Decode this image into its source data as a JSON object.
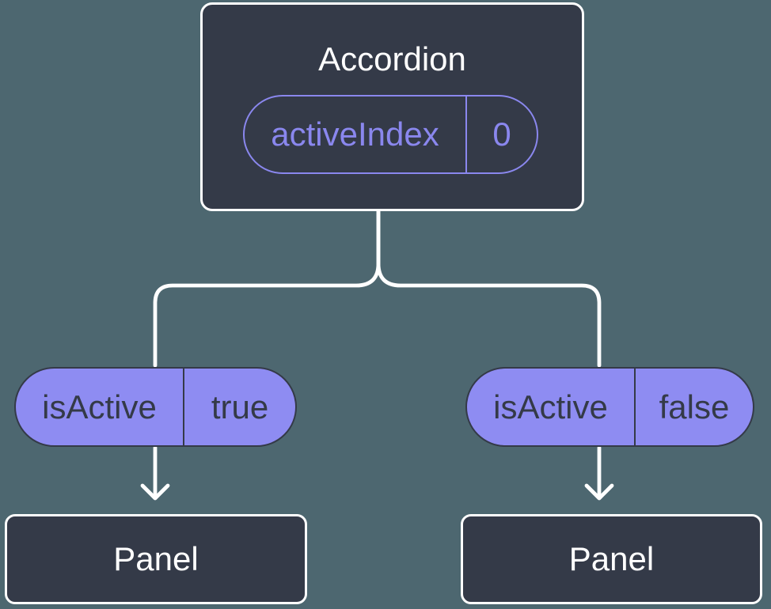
{
  "colors": {
    "background": "#4d6770",
    "node_fill": "#343a48",
    "node_border": "#ffffff",
    "accent": "#8a87ee",
    "pill_fill": "#8e8cf2",
    "pill_border": "#343a48",
    "pill_text": "#343a48",
    "connector": "#ffffff"
  },
  "tree": {
    "root": {
      "name": "Accordion",
      "state": {
        "name": "activeIndex",
        "value": "0"
      }
    },
    "children": [
      {
        "prop": {
          "name": "isActive",
          "value": "true"
        },
        "name": "Panel"
      },
      {
        "prop": {
          "name": "isActive",
          "value": "false"
        },
        "name": "Panel"
      }
    ]
  }
}
